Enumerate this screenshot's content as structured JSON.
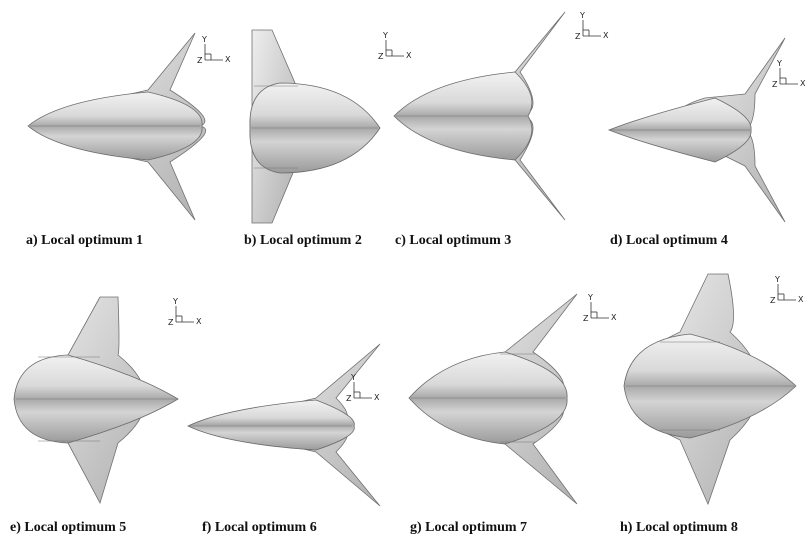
{
  "axis_labels": {
    "x": "X",
    "y": "Y",
    "z": "Z"
  },
  "panels": [
    {
      "caption": "a) Local optimum 1"
    },
    {
      "caption": "b) Local optimum 2"
    },
    {
      "caption": "c) Local optimum 3"
    },
    {
      "caption": "d) Local optimum 4"
    },
    {
      "caption": "e) Local optimum 5"
    },
    {
      "caption": "f) Local optimum 6"
    },
    {
      "caption": "g) Local optimum 7"
    },
    {
      "caption": "h) Local optimum 8"
    }
  ],
  "colors": {
    "surface_light": "#e6e6e6",
    "surface_mid": "#bdbdbd",
    "surface_dark": "#8a8a8a",
    "outline": "#6b6b6b"
  }
}
